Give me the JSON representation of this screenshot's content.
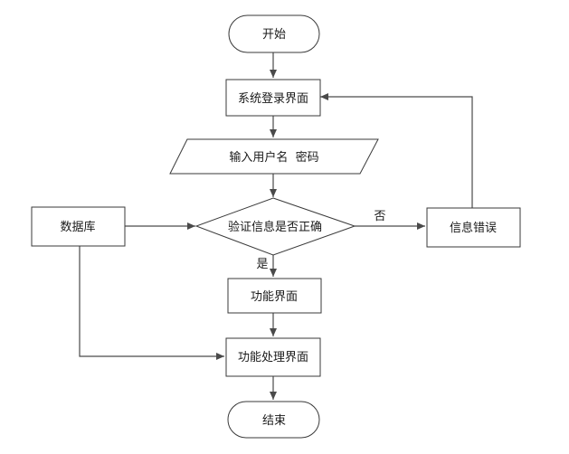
{
  "nodes": {
    "start": "开始",
    "login": "系统登录界面",
    "input": "输入用户名  密码",
    "verify": "验证信息是否正确",
    "database": "数据库",
    "error": "信息错误",
    "function_ui": "功能界面",
    "processing_ui": "功能处理界面",
    "end": "结束"
  },
  "edge_labels": {
    "no": "否",
    "yes": "是"
  }
}
